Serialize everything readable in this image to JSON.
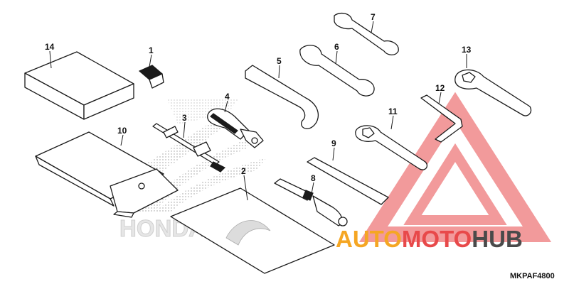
{
  "diagram": {
    "code": "MKPAF4800",
    "callouts": [
      "1",
      "2",
      "3",
      "4",
      "5",
      "6",
      "7",
      "8",
      "9",
      "10",
      "11",
      "12",
      "13",
      "14"
    ]
  },
  "watermarks": {
    "brand_text": "HONDA",
    "site_text_a": "AUTO",
    "site_text_b": "MOTO",
    "site_text_c": "HUB",
    "colors": {
      "orange": "#f5a623",
      "red": "#e8494a",
      "gray": "#4a4a4a",
      "triangle": "#f08a8a"
    }
  }
}
